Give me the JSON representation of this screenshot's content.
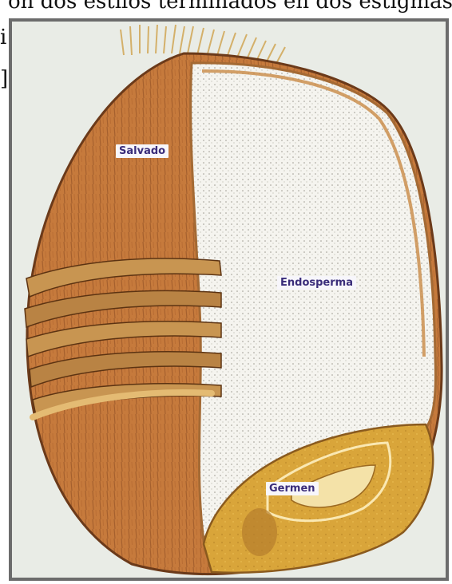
{
  "background_text": {
    "line_top": "ón dos estilos terminados en dos estigmas p",
    "line_mid": "i",
    "line_bottom": "]"
  },
  "diagram": {
    "labels": {
      "salvado": "Salvado",
      "endosperma": "Endosperma",
      "germen": "Germen"
    },
    "colors": {
      "frame_border": "#6c6c6c",
      "frame_bg": "#e9ece6",
      "bran": "#c67a3c",
      "bran_dark": "#8a4a22",
      "endosperm": "#f5f4ef",
      "germ": "#d9a53a",
      "label_text": "#3a2d7a"
    }
  }
}
